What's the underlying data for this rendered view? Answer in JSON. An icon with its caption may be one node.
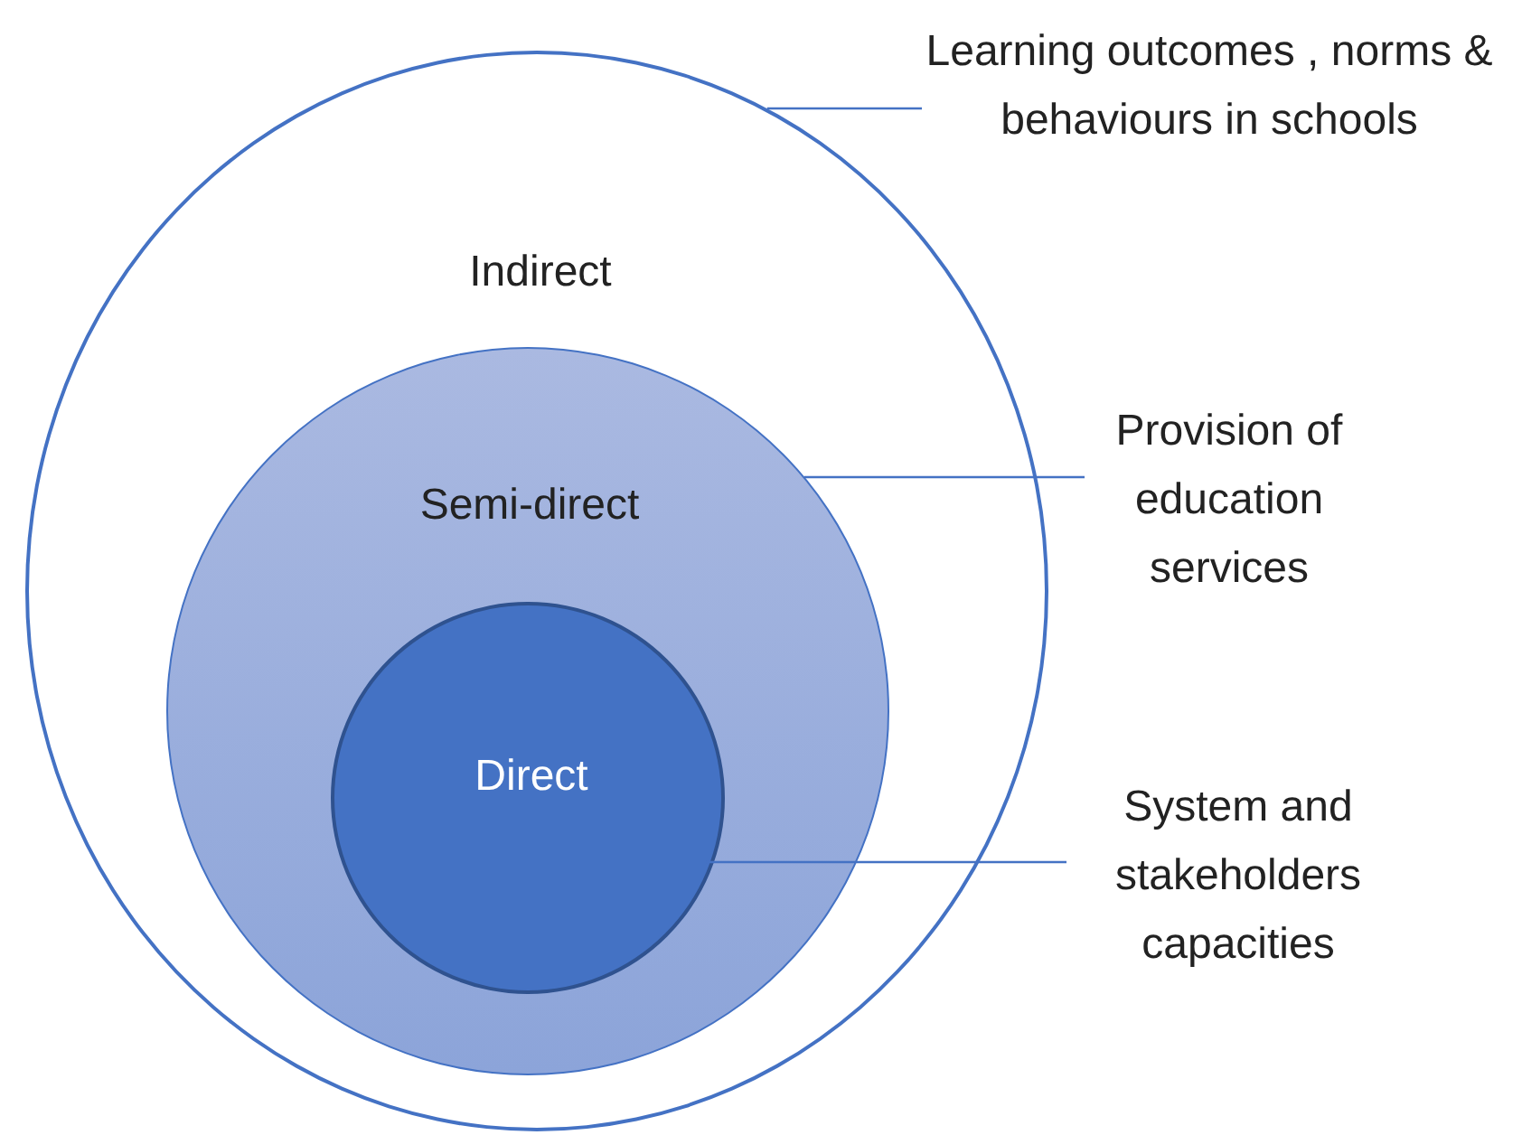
{
  "diagram": {
    "nodes": [
      {
        "text": [
          "Indirect"
        ]
      },
      {
        "text": [
          "Semi-direct"
        ],
        "in": 0
      },
      {
        "text": [
          "Direct"
        ],
        "in": 1
      },
      {
        "text": [
          "Learning outcomes , norms & behaviours in schools"
        ]
      },
      {
        "text": [
          "Provision of education services"
        ]
      },
      {
        "text": [
          "System and stakeholders capacities"
        ]
      }
    ],
    "edges": [
      {
        "from": 3,
        "to": 0,
        "arrow": "none"
      },
      {
        "from": 4,
        "to": 1,
        "arrow": "none"
      },
      {
        "from": 5,
        "to": 2,
        "arrow": "none"
      }
    ]
  }
}
